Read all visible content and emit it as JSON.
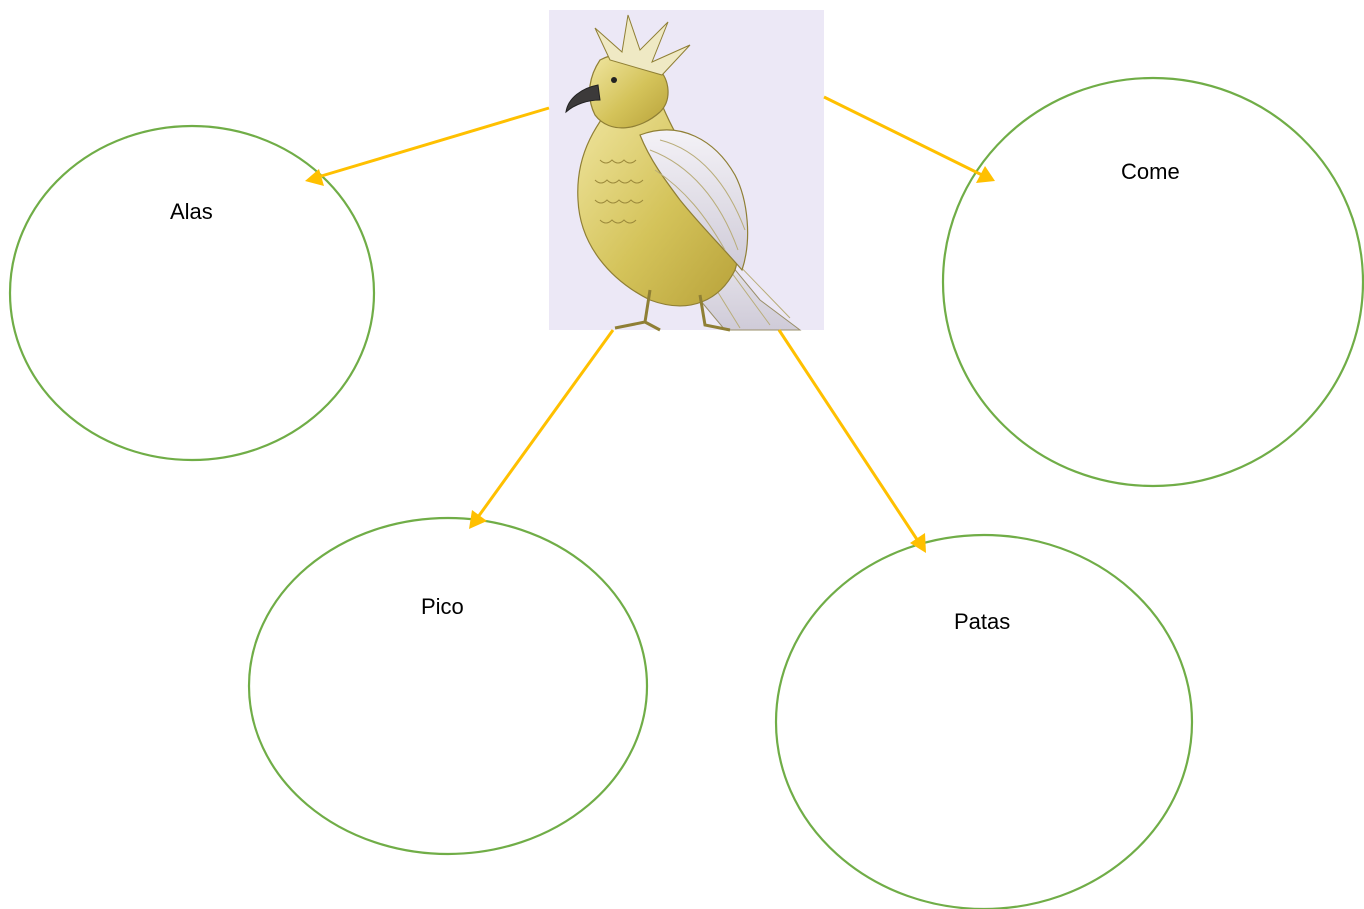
{
  "image": {
    "icon": "golden-bird-illustration",
    "background_color": "#ece8f6"
  },
  "nodes": {
    "alas": {
      "label": "Alas"
    },
    "come": {
      "label": "Come"
    },
    "pico": {
      "label": "Pico"
    },
    "patas": {
      "label": "Patas"
    }
  },
  "colors": {
    "ellipse_stroke": "#70ad47",
    "arrow": "#ffc000",
    "bird_gold": "#d4c35a",
    "bird_feather_light": "#e3e1ea"
  }
}
